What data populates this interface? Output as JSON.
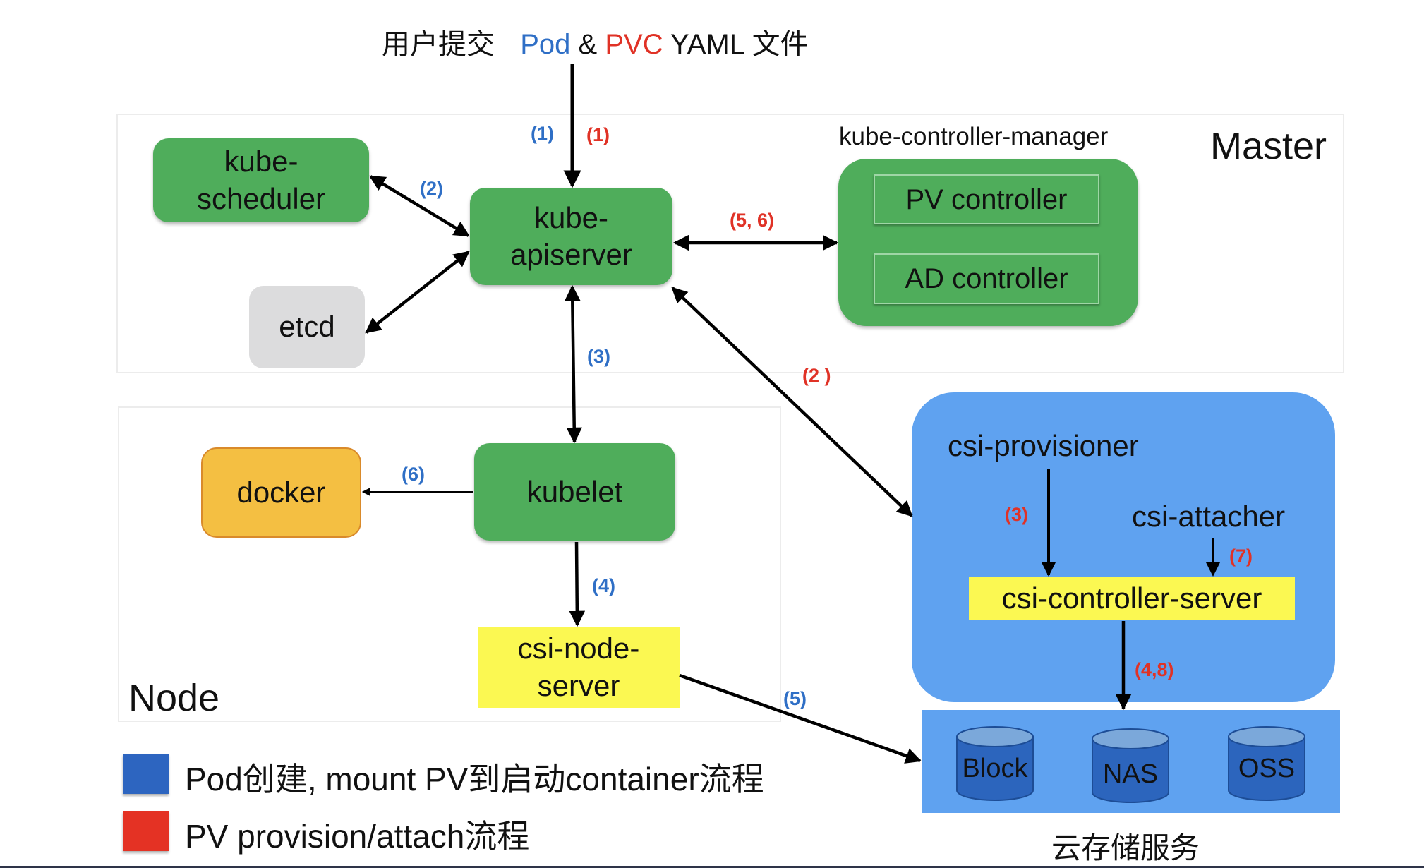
{
  "title": {
    "prefix": "用户提交",
    "pod": "Pod",
    "amp": "&",
    "pvc": "PVC",
    "suffix": "YAML 文件"
  },
  "regions": {
    "master": "Master",
    "node": "Node"
  },
  "components": {
    "kube_scheduler": [
      "kube-",
      "scheduler"
    ],
    "kube_apiserver": [
      "kube-",
      "apiserver"
    ],
    "etcd": "etcd",
    "kube_controller_manager": "kube-controller-manager",
    "pv_controller": "PV controller",
    "ad_controller": "AD controller",
    "docker": "docker",
    "kubelet": "kubelet",
    "csi_node_server": [
      "csi-node-",
      "server"
    ],
    "csi_provisioner": "csi-provisioner",
    "csi_attacher": "csi-attacher",
    "csi_controller_server": "csi-controller-server"
  },
  "storage": {
    "caption": "云存储服务",
    "items": [
      "Block",
      "NAS",
      "OSS"
    ]
  },
  "steps": {
    "blue_1": "(1)",
    "red_1": "(1)",
    "blue_2": "(2)",
    "red_5_6": "(5, 6)",
    "blue_3": "(3)",
    "red_2": "(2 )",
    "blue_6": "(6)",
    "blue_4": "(4)",
    "red_3": "(3)",
    "red_7": "(7)",
    "red_4_8": "(4,8)",
    "blue_5": "(5)"
  },
  "legend": [
    {
      "label": "Pod创建, mount PV到启动container流程",
      "color": "#2d65c0"
    },
    {
      "label": "PV provision/attach流程",
      "color": "#e43224"
    }
  ],
  "colors": {
    "blue_flow": "#2f6fc6",
    "red_flow": "#e03226",
    "component_green": "#4fad5b",
    "csi_blue": "#5fa2f0",
    "csi_yellow": "#fbf852",
    "docker_orange": "#f4bf42",
    "etcd_gray": "#dcdcdd"
  }
}
